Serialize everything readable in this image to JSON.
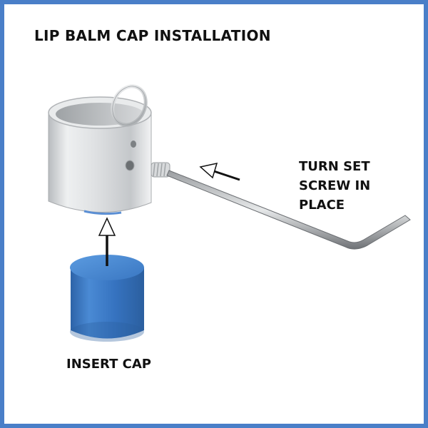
{
  "title": "LIP BALM CAP INSTALLATION",
  "steps": {
    "set_screw": [
      "TURN SET",
      "SCREW IN",
      "PLACE"
    ],
    "insert_cap": "INSERT CAP"
  },
  "colors": {
    "border": "#4a7fc8",
    "cap_blue": "#3a7bc8",
    "metal": "#d9dbdc",
    "text": "#111111"
  }
}
